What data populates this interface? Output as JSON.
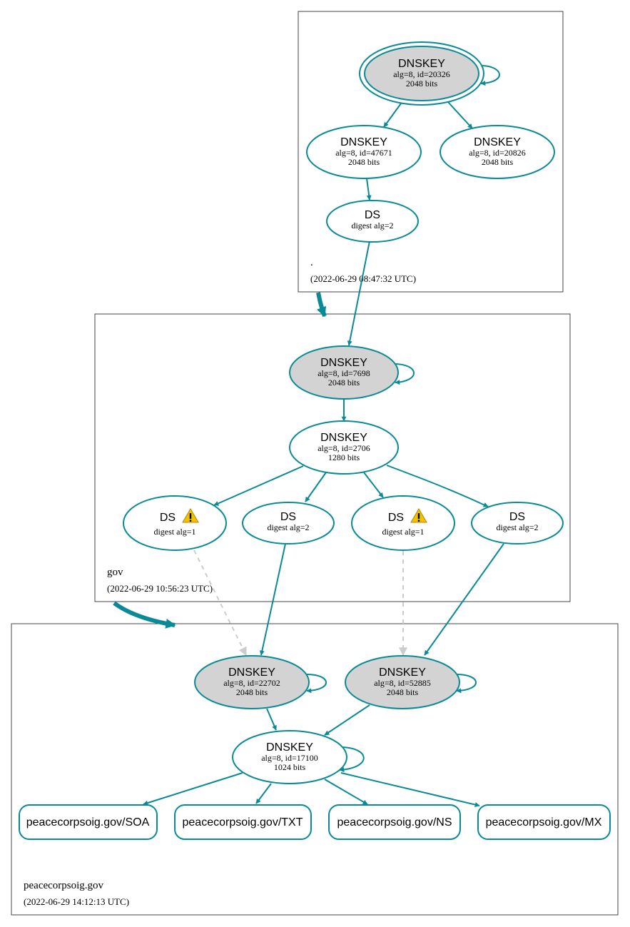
{
  "colors": {
    "edge": "#0a8a96",
    "dashed_edge": "#cccccc",
    "sep_fill": "#d3d3d3",
    "node_fill": "#ffffff",
    "warning": "#f2c200"
  },
  "zones": [
    {
      "id": "root",
      "name": ".",
      "timestamp": "(2022-06-29 08:47:32 UTC)"
    },
    {
      "id": "gov",
      "name": "gov",
      "timestamp": "(2022-06-29 10:56:23 UTC)"
    },
    {
      "id": "pcoig",
      "name": "peacecorpsoig.gov",
      "timestamp": "(2022-06-29 14:12:13 UTC)"
    }
  ],
  "nodes": [
    {
      "id": "root_ksk",
      "type": "DNSKEY",
      "label": "DNSKEY",
      "line1": "alg=8, id=20326",
      "line2": "2048 bits",
      "sep": true,
      "trust_anchor": true,
      "self_loop": true
    },
    {
      "id": "root_zsk1",
      "type": "DNSKEY",
      "label": "DNSKEY",
      "line1": "alg=8, id=47671",
      "line2": "2048 bits"
    },
    {
      "id": "root_zsk2",
      "type": "DNSKEY",
      "label": "DNSKEY",
      "line1": "alg=8, id=20826",
      "line2": "2048 bits"
    },
    {
      "id": "root_ds",
      "type": "DS",
      "label": "DS",
      "line1": "digest alg=2"
    },
    {
      "id": "gov_ksk",
      "type": "DNSKEY",
      "label": "DNSKEY",
      "line1": "alg=8, id=7698",
      "line2": "2048 bits",
      "sep": true,
      "self_loop": true
    },
    {
      "id": "gov_zsk",
      "type": "DNSKEY",
      "label": "DNSKEY",
      "line1": "alg=8, id=2706",
      "line2": "1280 bits"
    },
    {
      "id": "gov_ds1",
      "type": "DS",
      "label": "DS",
      "line1": "digest alg=1",
      "warning": true
    },
    {
      "id": "gov_ds2",
      "type": "DS",
      "label": "DS",
      "line1": "digest alg=2"
    },
    {
      "id": "gov_ds3",
      "type": "DS",
      "label": "DS",
      "line1": "digest alg=1",
      "warning": true
    },
    {
      "id": "gov_ds4",
      "type": "DS",
      "label": "DS",
      "line1": "digest alg=2"
    },
    {
      "id": "p_ksk1",
      "type": "DNSKEY",
      "label": "DNSKEY",
      "line1": "alg=8, id=22702",
      "line2": "2048 bits",
      "sep": true,
      "self_loop": true
    },
    {
      "id": "p_ksk2",
      "type": "DNSKEY",
      "label": "DNSKEY",
      "line1": "alg=8, id=52885",
      "line2": "2048 bits",
      "sep": true,
      "self_loop": true
    },
    {
      "id": "p_zsk",
      "type": "DNSKEY",
      "label": "DNSKEY",
      "line1": "alg=8, id=17100",
      "line2": "1024 bits",
      "self_loop": true
    },
    {
      "id": "rr_soa",
      "type": "RRset",
      "label": "peacecorpsoig.gov/SOA"
    },
    {
      "id": "rr_txt",
      "type": "RRset",
      "label": "peacecorpsoig.gov/TXT"
    },
    {
      "id": "rr_ns",
      "type": "RRset",
      "label": "peacecorpsoig.gov/NS"
    },
    {
      "id": "rr_mx",
      "type": "RRset",
      "label": "peacecorpsoig.gov/MX"
    }
  ],
  "edges": [
    {
      "from": "root_ksk",
      "to": "root_zsk1"
    },
    {
      "from": "root_ksk",
      "to": "root_zsk2"
    },
    {
      "from": "root_zsk1",
      "to": "root_ds"
    },
    {
      "from": "root_ds",
      "to": "gov_ksk"
    },
    {
      "from": "gov_ksk",
      "to": "gov_zsk"
    },
    {
      "from": "gov_zsk",
      "to": "gov_ds1"
    },
    {
      "from": "gov_zsk",
      "to": "gov_ds2"
    },
    {
      "from": "gov_zsk",
      "to": "gov_ds3"
    },
    {
      "from": "gov_zsk",
      "to": "gov_ds4"
    },
    {
      "from": "gov_ds1",
      "to": "p_ksk1",
      "style": "dashed"
    },
    {
      "from": "gov_ds2",
      "to": "p_ksk1"
    },
    {
      "from": "gov_ds3",
      "to": "p_ksk2",
      "style": "dashed"
    },
    {
      "from": "gov_ds4",
      "to": "p_ksk2"
    },
    {
      "from": "p_ksk1",
      "to": "p_zsk"
    },
    {
      "from": "p_ksk2",
      "to": "p_zsk"
    },
    {
      "from": "p_zsk",
      "to": "rr_soa"
    },
    {
      "from": "p_zsk",
      "to": "rr_txt"
    },
    {
      "from": "p_zsk",
      "to": "rr_ns"
    },
    {
      "from": "p_zsk",
      "to": "rr_mx"
    }
  ],
  "delegations": [
    {
      "from": "root",
      "to": "gov"
    },
    {
      "from": "gov",
      "to": "pcoig"
    }
  ]
}
